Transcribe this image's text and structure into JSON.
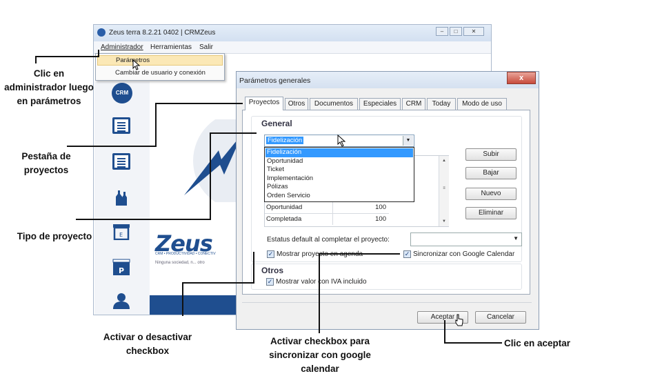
{
  "app": {
    "title": "Zeus terra 8.2.21 0402 | CRMZeus",
    "window_buttons": [
      "–",
      "□",
      "✕"
    ],
    "menu": [
      "Administrador",
      "Herramientas",
      "Salir"
    ],
    "dropdown": [
      "Parámetros",
      "Cambiar de usuario y conexión"
    ],
    "sidebar_crm_label": "CRM",
    "sidebar_calendar_letter": "P",
    "sidebar_box_letter": "E",
    "brand": {
      "wordmark": "Zeus",
      "tagline": "CRM • PRODUCTIVIDAD • CONECTIV",
      "subtext": "Ninguna sociedad, n... otro"
    }
  },
  "dialog": {
    "title": "Parámetros generales",
    "close": "x",
    "tabs": [
      "Proyectos",
      "Otros",
      "Documentos",
      "Especiales",
      "CRM",
      "Today",
      "Modo de uso"
    ],
    "general_title": "General",
    "type_selected": "Fidelización",
    "type_options": [
      "Fidelización",
      "Oportunidad",
      "Ticket",
      "Implementación",
      "Pólizas",
      "Orden Servicio"
    ],
    "grid_rows": [
      {
        "name": "Oportunidad",
        "value": "100"
      },
      {
        "name": "Completada",
        "value": "100"
      }
    ],
    "buttons": [
      "Subir",
      "Bajar",
      "Nuevo",
      "Eliminar"
    ],
    "status_label": "Estatus default al completar el proyecto:",
    "check_agenda": "Mostrar proyecto en agenda",
    "check_google": "Sincronizar con Google Calendar",
    "otros_title": "Otros",
    "check_iva": "Mostrar valor con IVA incluido",
    "accept": "Aceptar",
    "cancel": "Cancelar"
  },
  "annotations": {
    "admin": "Clic en administrador luego en parámetros",
    "tab": "Pestaña de proyectos",
    "type": "Tipo de proyecto",
    "checkbox": "Activar o desactivar checkbox",
    "google": "Activar checkbox para sincronizar con google calendar",
    "accept": "Clic en aceptar"
  }
}
